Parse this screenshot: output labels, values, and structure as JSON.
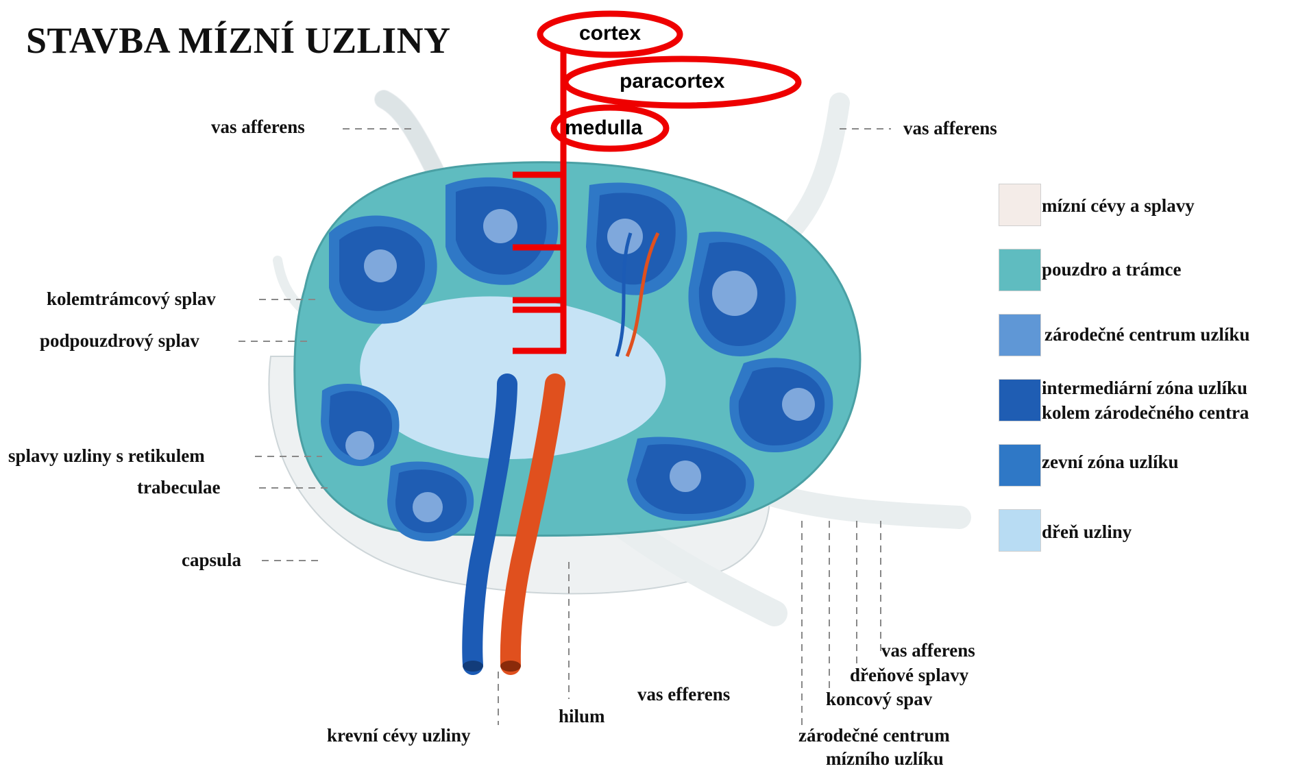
{
  "title": "STAVBA MÍZNÍ UZLINY",
  "overlay_labels": {
    "cortex": "cortex",
    "paracortex": "paracortex",
    "medulla": "medulla"
  },
  "labels": {
    "vas_afferens_left": "vas afferens",
    "vas_afferens_right": "vas afferens",
    "kolemtramcovy_splav": "kolemtrámcový splav",
    "podpouzdrovy_splav": "podpouzdrový splav",
    "splavy_uzliny": "splavy uzliny s retikulem",
    "trabeculae": "trabeculae",
    "capsula": "capsula",
    "krevni_cevy": "krevní cévy uzliny",
    "hilum": "hilum",
    "vas_efferens": "vas efferens",
    "vas_afferens_bottom": "vas afferens",
    "drenove_splavy": "dřeňové splavy",
    "koncovy_spav": "koncový spav",
    "zarodecne_centrum_line1": "zárodečné centrum",
    "zarodecne_centrum_line2": "mízního uzlíku"
  },
  "legend": [
    {
      "color": "#f4ece8",
      "label": "mízní cévy a splavy"
    },
    {
      "color": "#5fbcc0",
      "label": "pouzdro a trámce"
    },
    {
      "color": "#5f97d6",
      "label": "zárodečné centrum uzlíku"
    },
    {
      "color": "#1f5db3",
      "label": "intermediární zóna uzlíku",
      "label2": "kolem zárodečného centra"
    },
    {
      "color": "#2f78c6",
      "label": "zevní zóna uzlíku"
    },
    {
      "color": "#b8dcf3",
      "label": "dřeň uzliny"
    }
  ],
  "colors": {
    "capsule": "#5fbcc0",
    "outer_zone": "#2f78c6",
    "intermediate_zone": "#1f5db3",
    "germinal_center": "#7fa8dc",
    "medulla": "#c6e3f5",
    "vein": "#1c5bb5",
    "artery": "#e0501e",
    "overlay_red": "#ee0000"
  }
}
